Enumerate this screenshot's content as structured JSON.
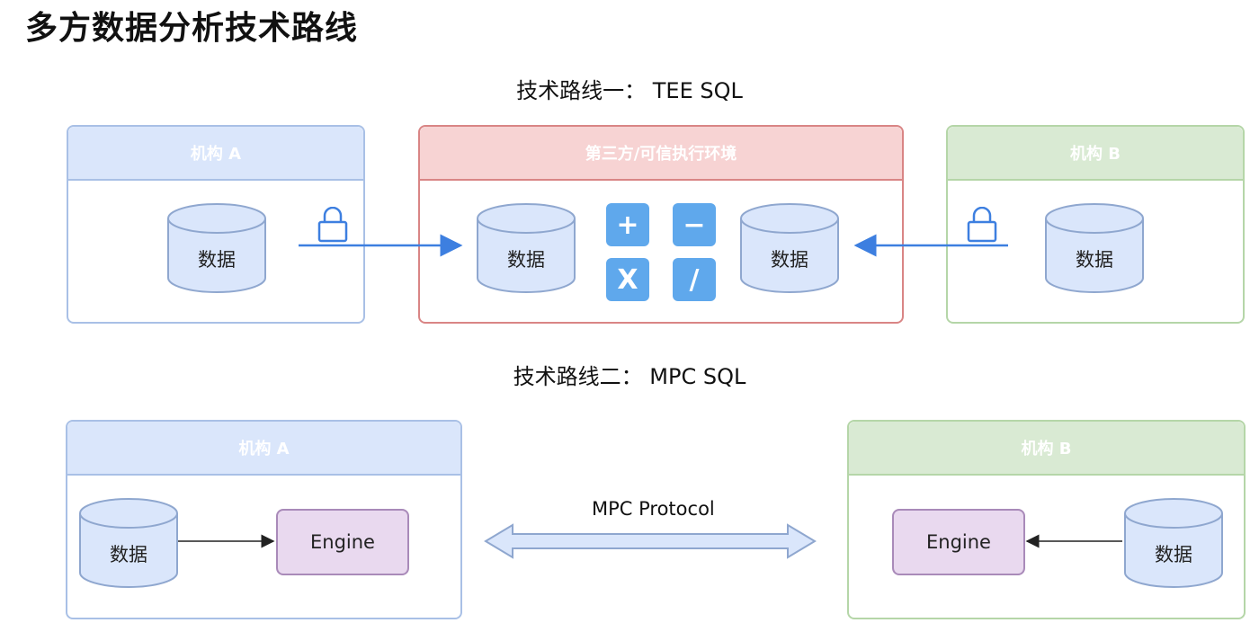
{
  "title": "多方数据分析技术路线",
  "route1": {
    "label": "技术路线一：  TEE SQL",
    "org_a": "机构 A",
    "third_party": "第三方/可信执行环境",
    "org_b": "机构 B",
    "data_label": "数据",
    "ops": [
      "+",
      "−",
      "X",
      "/"
    ]
  },
  "route2": {
    "label": "技术路线二：  MPC SQL",
    "org_a": "机构 A",
    "org_b": "机构 B",
    "data_label": "数据",
    "engine_label": "Engine",
    "protocol_label": "MPC Protocol"
  },
  "colors": {
    "blue_header": "#dae6fb",
    "red_header": "#f7d3d3",
    "green_header": "#d9ead3",
    "db_fill": "#dae6fb",
    "arrow_blue": "#3d7fe0",
    "op_fill": "#5fa8ec",
    "engine_fill": "#e9d9ef"
  },
  "icons": [
    "lock-icon",
    "database-icon",
    "double-arrow-icon"
  ]
}
